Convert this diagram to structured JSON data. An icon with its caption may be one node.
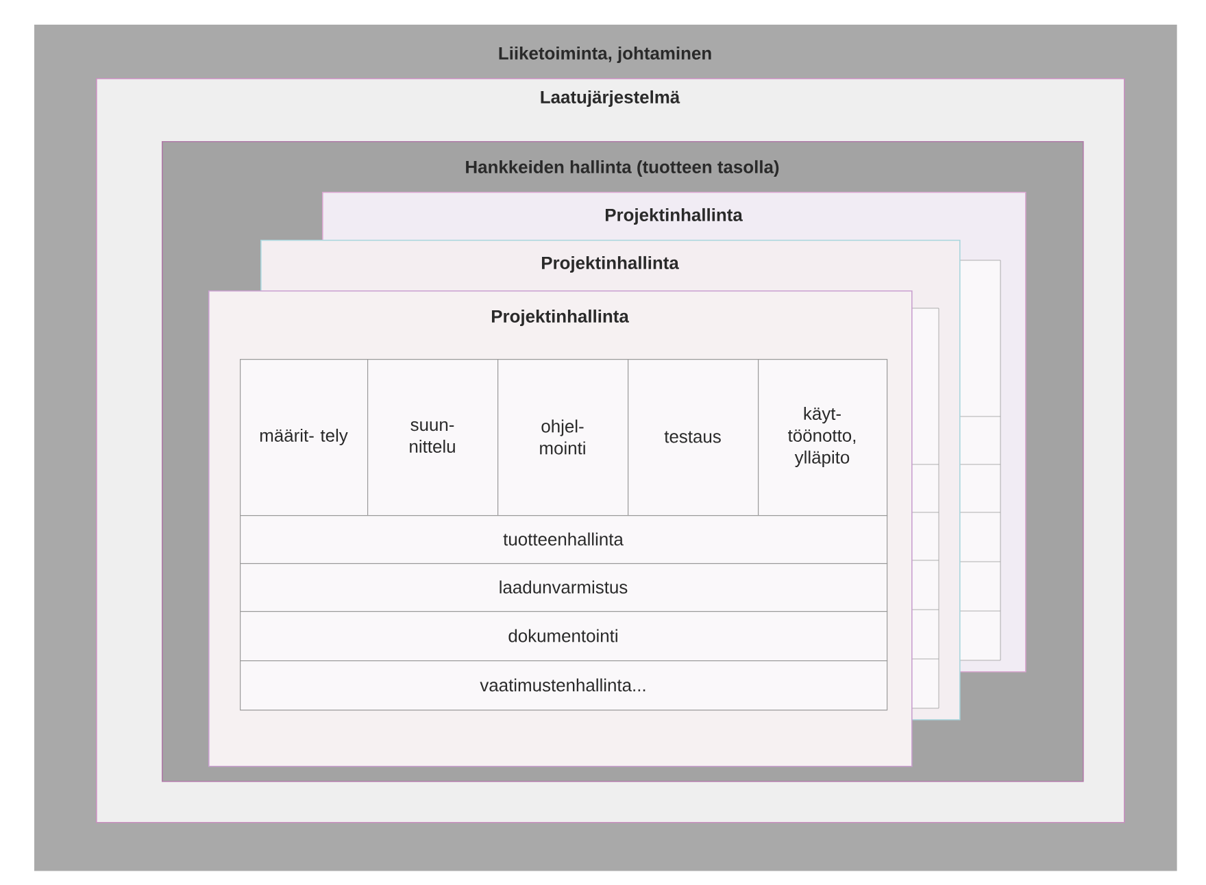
{
  "diagram": {
    "nodes": [
      {
        "text": [
          "Liiketoiminta, johtaminen"
        ]
      },
      {
        "text": [
          "Laatujärjestelmä"
        ],
        "in": 0
      },
      {
        "text": [
          "Hankkeiden hallinta (tuotteen tasolla)"
        ],
        "in": 1
      },
      {
        "text": [
          "Projektinhallinta"
        ],
        "in": 2
      },
      {
        "text": [
          "Projektinhallinta"
        ],
        "in": 2
      },
      {
        "text": [
          "Projektinhallinta"
        ],
        "in": 2
      },
      {
        "text": [
          "määrit- tely"
        ],
        "in": 5
      },
      {
        "text": [
          "suun- nittelu"
        ]
      },
      {
        "text": [
          "ohjel- mointi"
        ]
      },
      {
        "text": [
          "testaus"
        ]
      },
      {
        "text": [
          "käyt- töönotto, ylläpito"
        ]
      },
      {
        "text": [
          "tuotteenhallinta"
        ],
        "in": 5
      },
      {
        "text": [
          "laadunvarmistus"
        ],
        "in": 5
      },
      {
        "text": [
          "dokumentointi"
        ],
        "in": 5
      },
      {
        "text": [
          "vaatimustenhallinta..."
        ],
        "in": 5
      }
    ]
  }
}
